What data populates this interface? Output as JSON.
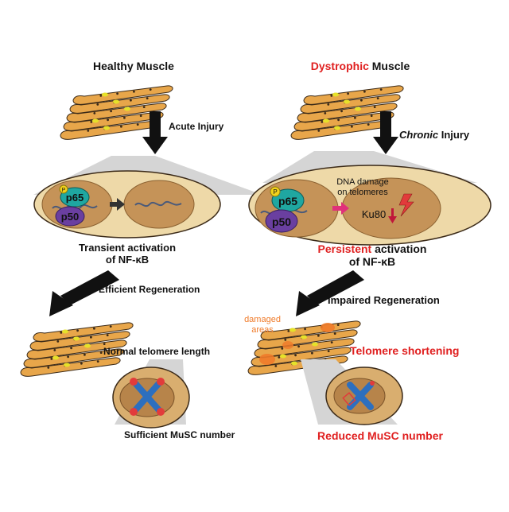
{
  "colors": {
    "fiber": "#e8a64a",
    "fiber_stroke": "#3b2a18",
    "nucleus": "#e6e12a",
    "cell_fill": "#d9ae6f",
    "cell_outer": "#eed9a8",
    "nucleus_fill": "#c59358",
    "cone": "#d4d4d4",
    "arrow": "#111111",
    "p65": "#1fa7a1",
    "p50": "#6a3fa0",
    "phospho": "#f2d21b",
    "accent_red": "#e02020",
    "damage_orange": "#f07b2a",
    "chrom_blue": "#2d6fbf",
    "telomere_red": "#e23b3b"
  },
  "left": {
    "title": "Healthy Muscle",
    "injury": "Acute Injury",
    "activation_line1": "Transient activation",
    "activation_line2": "of NF-κB",
    "regeneration": "Efficient Regeneration",
    "telomere": "Normal telomere length",
    "musc": "Sufficient MuSC number"
  },
  "right": {
    "title_accent": "Dystrophic",
    "title_rest": " Muscle",
    "injury_accent": "Chronic",
    "injury_rest": " Injury",
    "activation_accent": "Persistent",
    "activation_rest": " activation",
    "activation_line2": "of NF-κB",
    "dna_damage_line1": "DNA damage",
    "dna_damage_line2": "on telomeres",
    "ku80": "Ku80",
    "regeneration": "Impaired Regeneration",
    "damaged_line1": "damaged",
    "damaged_line2": "areas",
    "telomere": "Telomere shortening",
    "musc": "Reduced MuSC number"
  },
  "proteins": {
    "p65": "p65",
    "p50": "p50",
    "phospho": "P"
  }
}
